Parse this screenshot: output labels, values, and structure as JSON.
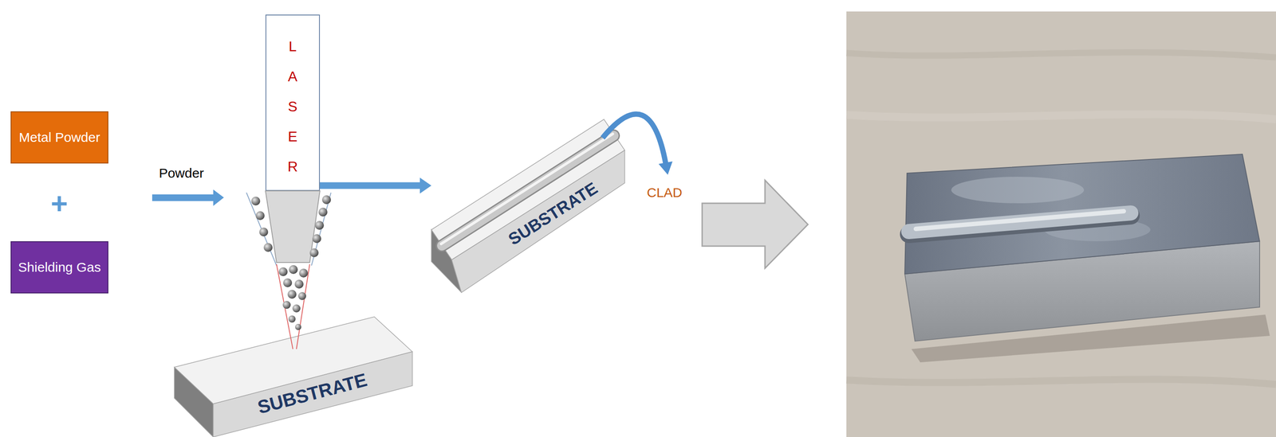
{
  "diagram": {
    "nodes": [
      {
        "text": [
          "Metal Powder"
        ]
      },
      {
        "text": [
          "Shielding Gas"
        ]
      },
      {
        "text": [
          "LASER"
        ]
      },
      {
        "text": [
          "SUBSTRATE"
        ]
      },
      {
        "text": [
          "SUBSTRATE"
        ]
      }
    ],
    "edges": [
      {
        "from": 2,
        "to": 4,
        "arrow": "to"
      }
    ],
    "labels": [
      "+",
      "Powder",
      "CLAD"
    ]
  }
}
